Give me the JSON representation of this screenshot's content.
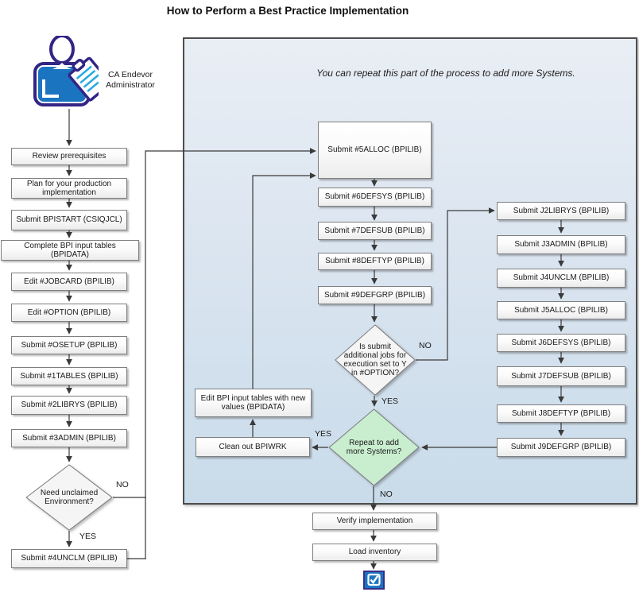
{
  "title": "How to Perform a Best Practice Implementation",
  "actor": {
    "label": "CA Endevor Administrator"
  },
  "panel": {
    "caption": "You can repeat this part of the process to add more Systems."
  },
  "left_steps": [
    "Review prerequisites",
    "Plan for your production implementation",
    "Submit BPISTART (CSIQJCL)",
    "Complete BPI input tables (BPIDATA)",
    "Edit #JOBCARD (BPILIB)",
    "Edit #OPTION (BPILIB)",
    "Submit #OSETUP (BPILIB)",
    "Submit #1TABLES (BPILIB)",
    "Submit #2LIBRYS (BPILIB)",
    "Submit #3ADMIN (BPILIB)"
  ],
  "left_decision": "Need unclaimed Environment?",
  "left_final": "Submit #4UNCLM (BPILIB)",
  "mid_steps": [
    "Submit #5ALLOC (BPILIB)",
    "Submit #6DEFSYS (BPILIB)",
    "Submit #7DEFSUB (BPILIB)",
    "Submit #8DEFTYP (BPILIB)",
    "Submit #9DEFGRP (BPILIB)"
  ],
  "mid_decision": "Is submit additional jobs for execution set to Y in #OPTION?",
  "repeat_decision": "Repeat to add more Systems?",
  "feedback_steps": [
    "Edit BPI input tables with new values (BPIDATA)",
    "Clean out BPIWRK"
  ],
  "right_steps": [
    "Submit J2LIBRYS (BPILIB)",
    "Submit J3ADMIN (BPILIB)",
    "Submit J4UNCLM (BPILIB)",
    "Submit J5ALLOC (BPILIB)",
    "Submit J6DEFSYS (BPILIB)",
    "Submit J7DEFSUB (BPILIB)",
    "Submit J8DEFTYP (BPILIB)",
    "Submit J9DEFGRP (BPILIB)"
  ],
  "bottom_steps": [
    "Verify implementation",
    "Load inventory"
  ],
  "branch_labels": {
    "unclaimed_no": "NO",
    "unclaimed_yes": "YES",
    "submit_no": "NO",
    "submit_yes": "YES",
    "repeat_yes": "YES",
    "repeat_no": "NO"
  },
  "colors": {
    "panel_top": "#e9eef5",
    "panel_bottom": "#c9dbea",
    "repeat_diamond_fill": "#c9eecf",
    "decision_fill": "#f5f5f5",
    "icon_blue": "#1b74c0",
    "icon_navy": "#322586",
    "line": "#3a3a3a"
  }
}
